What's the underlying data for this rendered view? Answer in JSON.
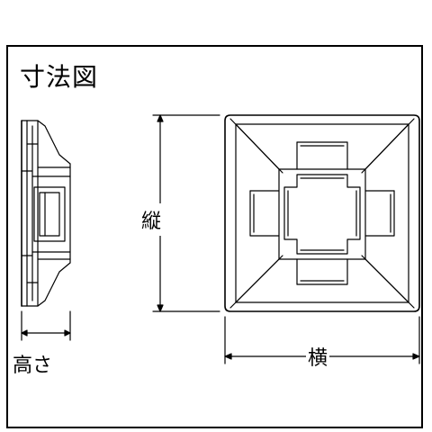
{
  "title": "寸法図",
  "dimensions": {
    "height": "高さ",
    "vertical": "縦",
    "horizontal": "横"
  }
}
